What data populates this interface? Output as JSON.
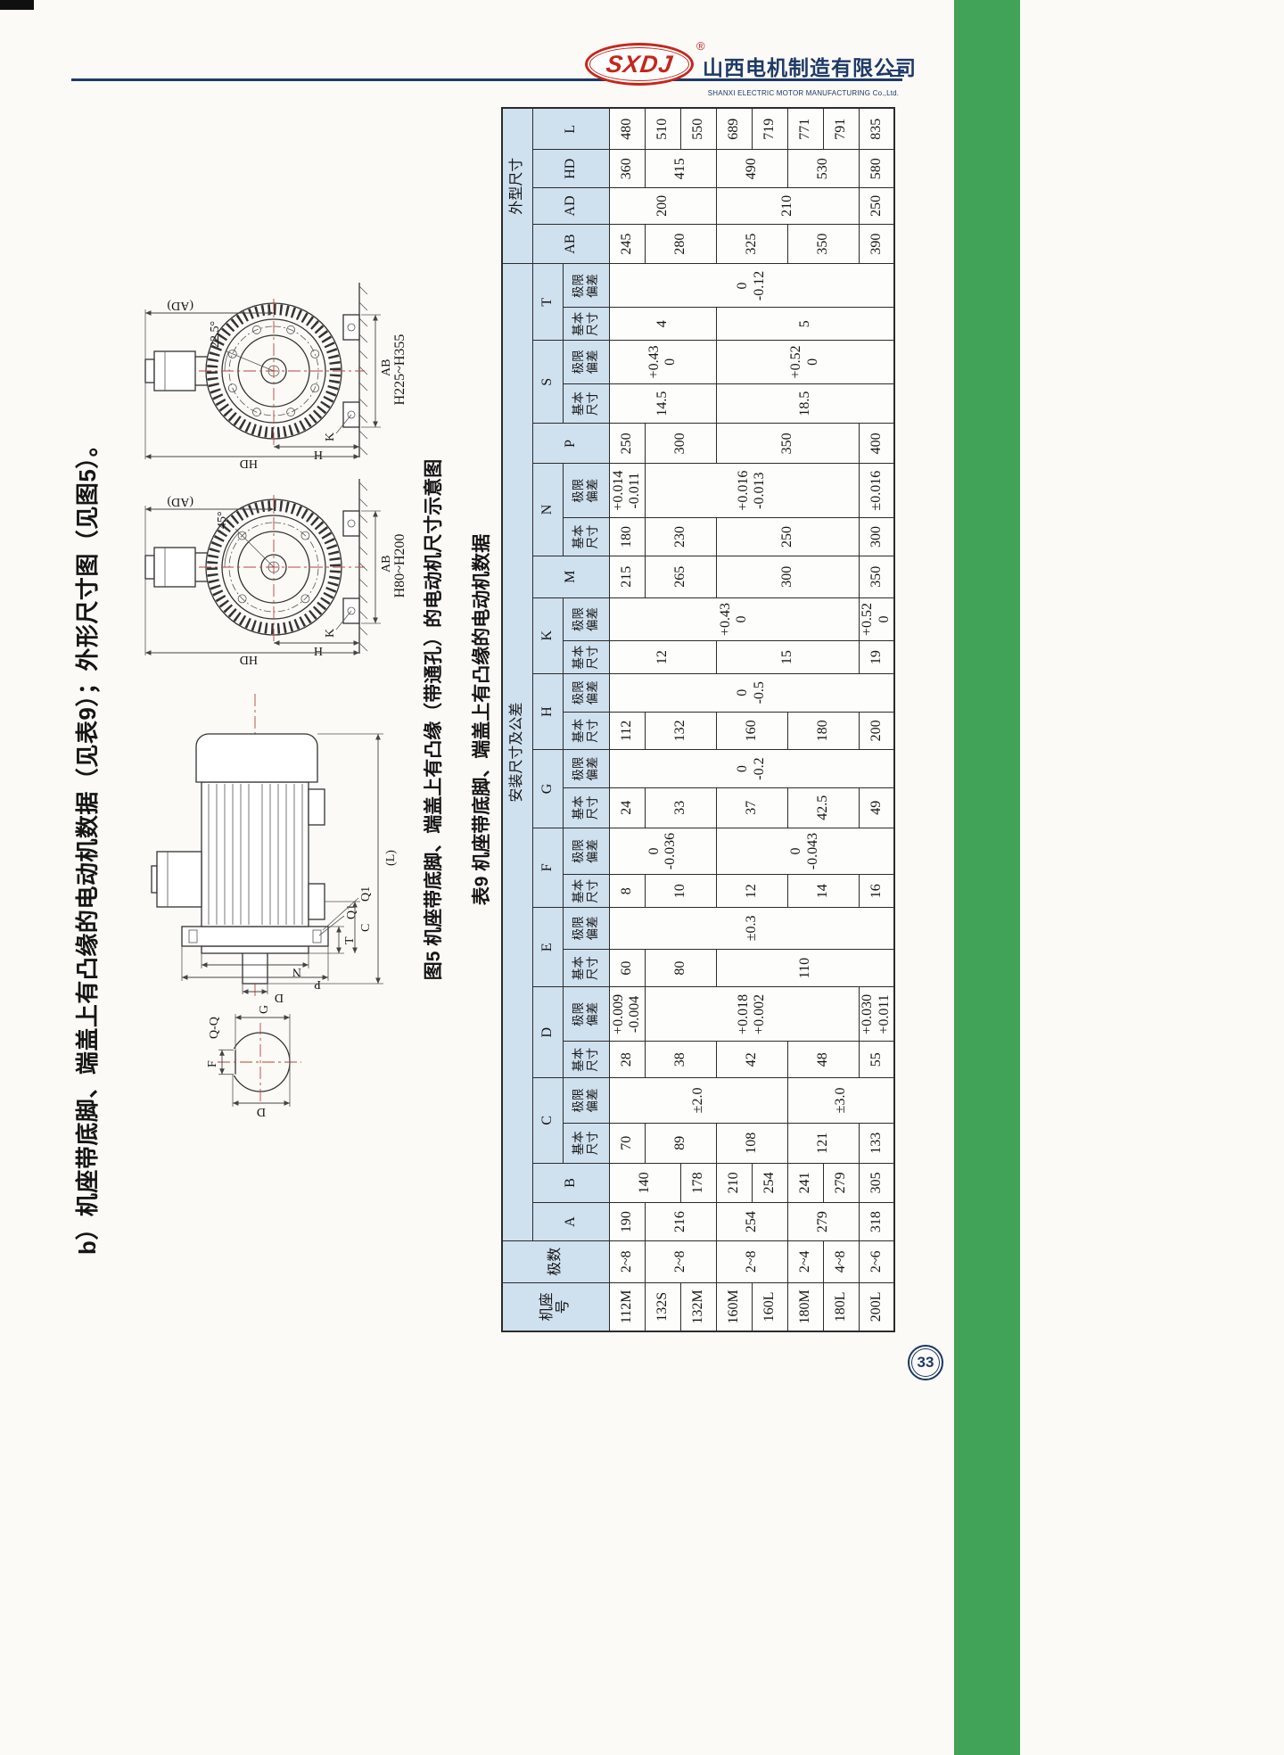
{
  "page": {
    "number": "33"
  },
  "header": {
    "logo_text": "SXDJ",
    "registered_mark": "®",
    "company_cn": "山西电机制造有限公司",
    "company_en": "SHANXI ELECTRIC MOTOR MANUFACTURING Co.,Ltd.",
    "brand_color": "#1e3a66",
    "logo_color": "#c4271c",
    "accent_green": "#41a357"
  },
  "content": {
    "heading": "b）机座带底脚、端盖上有凸缘的电动机数据（见表9）；外形尺寸图（见图5）。",
    "figure_caption": "图5 机座带底脚、端盖上有凸缘（带通孔）的电动机尺寸示意图"
  },
  "drawing": {
    "section_label": "Q-Q",
    "dims": {
      "F": "F",
      "G": "G",
      "D": "D",
      "P": "P",
      "N": "N",
      "T": "T",
      "C": "C",
      "L": "(L)",
      "Q1a": "Q1",
      "Q1b": "Q1",
      "AD": "(AD)",
      "HD": "HD",
      "H": "H",
      "K": "K",
      "AB": "AB"
    },
    "front_small": {
      "angle": "45°",
      "range": "H80~H200"
    },
    "front_large": {
      "angle": "22.5°",
      "range": "H225~H355"
    }
  },
  "table": {
    "title": "表9 机座带底脚、端盖上有凸缘的电动机数据",
    "header_rows": [
      [
        {
          "t": "机座\n号",
          "rs": 3
        },
        {
          "t": "极数",
          "rs": 3
        },
        {
          "t": "安装尺寸及公差",
          "cs": 24
        },
        {
          "t": "外型尺寸",
          "cs": 4
        }
      ],
      [
        {
          "t": "A",
          "rs": 2
        },
        {
          "t": "B",
          "rs": 2
        },
        {
          "t": "C",
          "cs": 2
        },
        {
          "t": "D",
          "cs": 2
        },
        {
          "t": "E",
          "cs": 2
        },
        {
          "t": "F",
          "cs": 2
        },
        {
          "t": "G",
          "cs": 2
        },
        {
          "t": "H",
          "cs": 2
        },
        {
          "t": "K",
          "cs": 2
        },
        {
          "t": "M",
          "rs": 2
        },
        {
          "t": "N",
          "cs": 2
        },
        {
          "t": "P",
          "rs": 2
        },
        {
          "t": "S",
          "cs": 2
        },
        {
          "t": "T",
          "cs": 2
        },
        {
          "t": "AB",
          "rs": 2
        },
        {
          "t": "AD",
          "rs": 2
        },
        {
          "t": "HD",
          "rs": 2
        },
        {
          "t": "L",
          "rs": 2
        }
      ],
      [
        {
          "t": "基本\n尺寸"
        },
        {
          "t": "极限\n偏差"
        },
        {
          "t": "基本\n尺寸"
        },
        {
          "t": "极限\n偏差"
        },
        {
          "t": "基本\n尺寸"
        },
        {
          "t": "极限\n偏差"
        },
        {
          "t": "基本\n尺寸"
        },
        {
          "t": "极限\n偏差"
        },
        {
          "t": "基本\n尺寸"
        },
        {
          "t": "极限\n偏差"
        },
        {
          "t": "基本\n尺寸"
        },
        {
          "t": "极限\n偏差"
        },
        {
          "t": "基本\n尺寸"
        },
        {
          "t": "极限\n偏差"
        },
        {
          "t": "基本\n尺寸"
        },
        {
          "t": "极限\n偏差"
        },
        {
          "t": "基本\n尺寸"
        },
        {
          "t": "极限\n偏差"
        },
        {
          "t": "基本\n尺寸"
        },
        {
          "t": "极限\n偏差"
        }
      ]
    ],
    "rows": [
      [
        {
          "t": "112M"
        },
        {
          "t": "2~8"
        },
        {
          "t": "190"
        },
        {
          "t": "140",
          "rs": 2
        },
        {
          "t": "70"
        },
        {
          "t": "±2.0",
          "rs": 5
        },
        {
          "t": "28"
        },
        {
          "t": "+0.009\n-0.004"
        },
        {
          "t": "60"
        },
        {
          "t": "±0.3",
          "rs": 8
        },
        {
          "t": "8"
        },
        {
          "t": "0\n-0.036",
          "rs": 3
        },
        {
          "t": "24"
        },
        {
          "t": "0\n-0.2",
          "rs": 8
        },
        {
          "t": "112"
        },
        {
          "t": "0\n-0.5",
          "rs": 8
        },
        {
          "t": "12",
          "rs": 3
        },
        {
          "t": "+0.43\n0",
          "rs": 7
        },
        {
          "t": "215"
        },
        {
          "t": "180"
        },
        {
          "t": "+0.014\n-0.011"
        },
        {
          "t": "250"
        },
        {
          "t": "14.5",
          "rs": 3
        },
        {
          "t": "+0.43\n0",
          "rs": 3
        },
        {
          "t": "4",
          "rs": 3
        },
        {
          "t": "0\n-0.12",
          "rs": 8
        },
        {
          "t": "245"
        },
        {
          "t": "200",
          "rs": 3
        },
        {
          "t": "360"
        },
        {
          "t": "480"
        }
      ],
      [
        {
          "t": "132S"
        },
        {
          "t": "2~8",
          "rs": 2
        },
        {
          "t": "216",
          "rs": 2
        },
        {
          "t": "89",
          "rs": 2
        },
        {
          "t": "38",
          "rs": 2
        },
        {
          "t": "+0.018\n+0.002",
          "rs": 6
        },
        {
          "t": "80",
          "rs": 2
        },
        {
          "t": "10",
          "rs": 2
        },
        {
          "t": "33",
          "rs": 2
        },
        {
          "t": "132",
          "rs": 2
        },
        {
          "t": "265",
          "rs": 2
        },
        {
          "t": "230",
          "rs": 2
        },
        {
          "t": "+0.016\n-0.013",
          "rs": 6
        },
        {
          "t": "300",
          "rs": 2
        },
        {
          "t": "280",
          "rs": 2
        },
        {
          "t": "415",
          "rs": 2
        },
        {
          "t": "510"
        }
      ],
      [
        {
          "t": "132M"
        },
        {
          "t": "178"
        },
        {
          "t": "550"
        }
      ],
      [
        {
          "t": "160M"
        },
        {
          "t": "2~8",
          "rs": 2
        },
        {
          "t": "254",
          "rs": 2
        },
        {
          "t": "210"
        },
        {
          "t": "108",
          "rs": 2
        },
        {
          "t": "42",
          "rs": 2
        },
        {
          "t": "110",
          "rs": 5
        },
        {
          "t": "12",
          "rs": 2
        },
        {
          "t": "0\n-0.043",
          "rs": 5
        },
        {
          "t": "37",
          "rs": 2
        },
        {
          "t": "160",
          "rs": 2
        },
        {
          "t": "15",
          "rs": 4
        },
        {
          "t": "300",
          "rs": 4
        },
        {
          "t": "250",
          "rs": 4
        },
        {
          "t": "350",
          "rs": 4
        },
        {
          "t": "18.5",
          "rs": 5
        },
        {
          "t": "+0.52\n0",
          "rs": 5
        },
        {
          "t": "5",
          "rs": 5
        },
        {
          "t": "325",
          "rs": 2
        },
        {
          "t": "210",
          "rs": 4
        },
        {
          "t": "490",
          "rs": 2
        },
        {
          "t": "689"
        }
      ],
      [
        {
          "t": "160L"
        },
        {
          "t": "254"
        },
        {
          "t": "719"
        }
      ],
      [
        {
          "t": "180M"
        },
        {
          "t": "2~4"
        },
        {
          "t": "279",
          "rs": 2
        },
        {
          "t": "241"
        },
        {
          "t": "121",
          "rs": 2
        },
        {
          "t": "±3.0",
          "rs": 3
        },
        {
          "t": "48",
          "rs": 2
        },
        {
          "t": "14",
          "rs": 2
        },
        {
          "t": "42.5",
          "rs": 2
        },
        {
          "t": "180",
          "rs": 2
        },
        {
          "t": "350",
          "rs": 2
        },
        {
          "t": "530",
          "rs": 2
        },
        {
          "t": "771"
        }
      ],
      [
        {
          "t": "180L"
        },
        {
          "t": "4~8"
        },
        {
          "t": "279"
        },
        {
          "t": "791"
        }
      ],
      [
        {
          "t": "200L"
        },
        {
          "t": "2~6"
        },
        {
          "t": "318"
        },
        {
          "t": "305"
        },
        {
          "t": "133"
        },
        {
          "t": "55"
        },
        {
          "t": "+0.030\n+0.011"
        },
        {
          "t": "16"
        },
        {
          "t": "49"
        },
        {
          "t": "200"
        },
        {
          "t": "19"
        },
        {
          "t": "+0.52\n0"
        },
        {
          "t": "350"
        },
        {
          "t": "300"
        },
        {
          "t": "±0.016"
        },
        {
          "t": "400"
        },
        {
          "t": "390"
        },
        {
          "t": "250"
        },
        {
          "t": "580"
        },
        {
          "t": "835"
        }
      ]
    ]
  }
}
